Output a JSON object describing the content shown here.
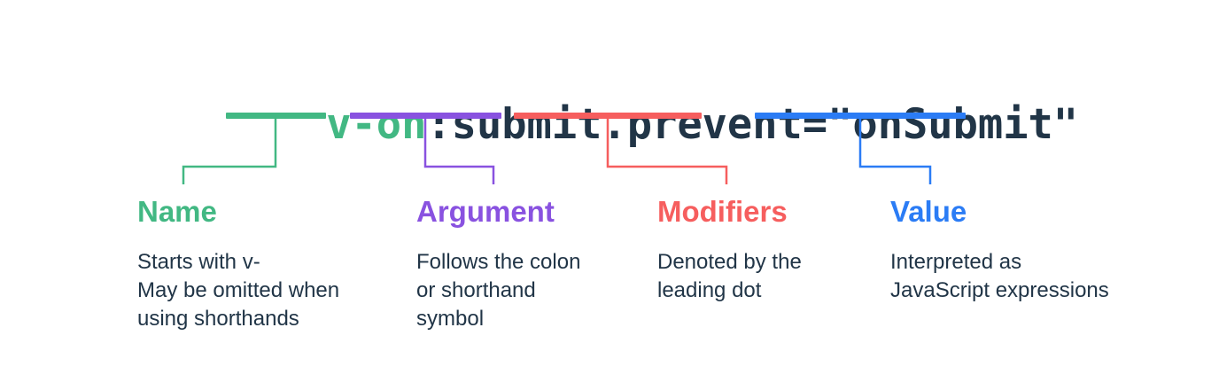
{
  "theme": {
    "background": "#ffffff",
    "text_color": "#213547"
  },
  "code": {
    "full_expression": "v-on:submit.prevent=\"onSubmit\"",
    "segments": [
      {
        "text": "v-on",
        "color": "#42b883"
      },
      {
        "text": ":submit.prevent=",
        "color": "#213547"
      },
      {
        "text": "\"onSubmit\"",
        "color": "#213547"
      }
    ]
  },
  "annotations": [
    {
      "label": "Name",
      "color": "#42b883",
      "description": "Starts with v-\nMay be omitted when\nusing shorthands"
    },
    {
      "label": "Argument",
      "color": "#8952e0",
      "description": "Follows the colon\nor shorthand\nsymbol"
    },
    {
      "label": "Modifiers",
      "color": "#f65e5e",
      "description": "Denoted by the\nleading dot"
    },
    {
      "label": "Value",
      "color": "#2b7cf5",
      "description": "Interpreted as\nJavaScript expressions"
    }
  ]
}
